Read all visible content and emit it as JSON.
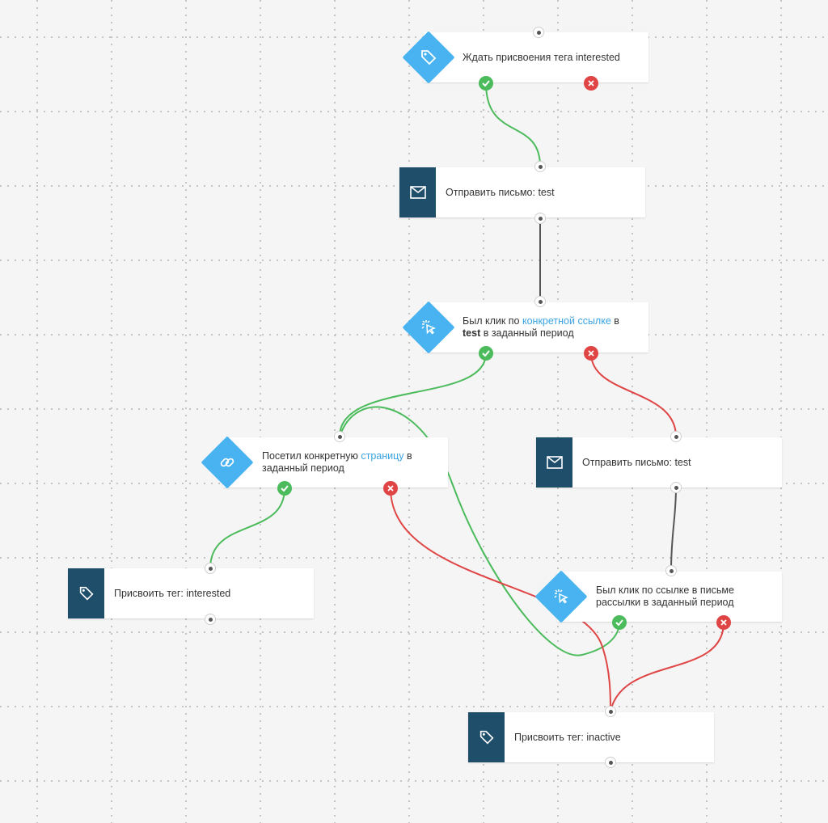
{
  "nodes": {
    "wait_tag": {
      "text": "Ждать присвоения тега interested"
    },
    "send_mail_1": {
      "text": "Отправить письмо: test"
    },
    "click_specific": {
      "pre": "Был клик по ",
      "link": "конкретной ссылке",
      "mid": " в",
      "bold": "test",
      "post": " в заданный период"
    },
    "visited_page": {
      "pre": "Посетил конкретную ",
      "link": "страницу",
      "post": " в заданный период"
    },
    "send_mail_2": {
      "text": "Отправить письмо: test"
    },
    "assign_interested": {
      "text": "Присвоить тег: interested"
    },
    "click_mail_link": {
      "text": "Был клик по ссылке в письме рассылки в заданный период"
    },
    "assign_inactive": {
      "text": "Присвоить тег: inactive"
    }
  },
  "colors": {
    "yes": "#4cbb5c",
    "no": "#e04545",
    "neutral": "#555555",
    "action": "#1f4e6b",
    "condition": "#49b3f1",
    "link": "#3aa3e3"
  },
  "icons": {
    "condition_tag": "tag-icon",
    "action_mail": "envelope-icon",
    "condition_click": "cursor-click-icon",
    "condition_page": "link-icon",
    "action_tag": "tag-icon"
  }
}
